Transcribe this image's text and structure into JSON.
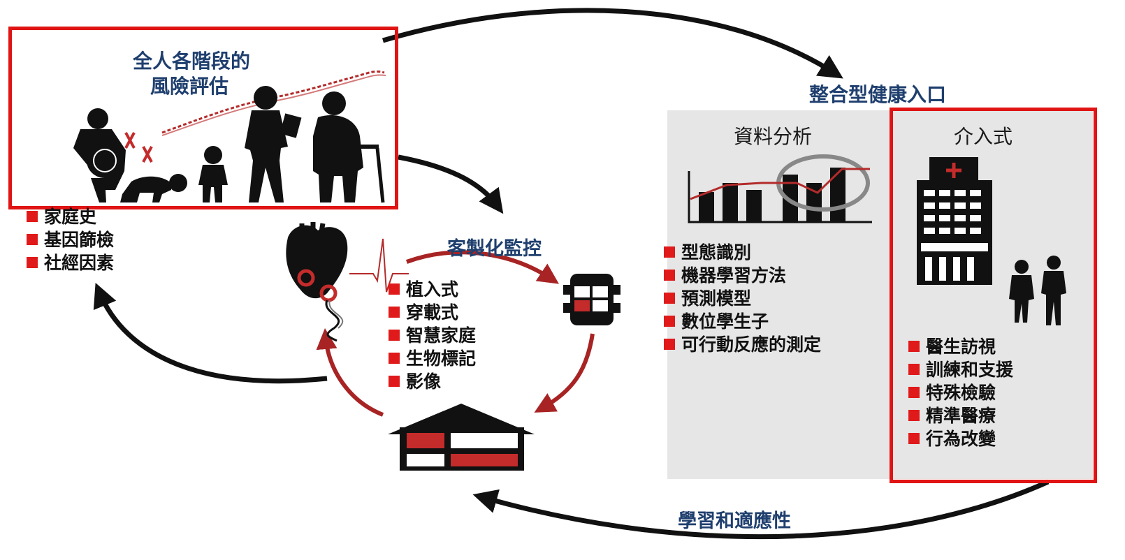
{
  "risk": {
    "title_line1": "全人各階段的",
    "title_line2": "風險評估",
    "items": [
      "家庭史",
      "基因篩檢",
      "社經因素"
    ]
  },
  "monitoring": {
    "title": "客製化監控",
    "items": [
      "植入式",
      "穿載式",
      "智慧家庭",
      "生物標記",
      "影像"
    ]
  },
  "portal": {
    "title": "整合型健康入口",
    "analysis": {
      "title": "資料分析",
      "items": [
        "型態識別",
        "機器學習方法",
        "預測模型",
        "數位學生子",
        "可行動反應的測定"
      ]
    },
    "intervention": {
      "title": "介入式",
      "items": [
        "醫生訪視",
        "訓練和支援",
        "特殊檢驗",
        "精準醫療",
        "行為改變"
      ]
    }
  },
  "learning": {
    "title": "學習和適應性"
  },
  "icons": [
    "pregnant-woman-icon",
    "chromosome-icon",
    "crawling-baby-icon",
    "child-icon",
    "adult-woman-icon",
    "elderly-person-icon",
    "dna-strand-icon",
    "heart-icon",
    "ecg-line-icon",
    "smartwatch-icon",
    "house-icon",
    "bar-chart-icon",
    "hospital-icon",
    "doctor-patient-icon"
  ],
  "colors": {
    "accent_red": "#e01414",
    "dark_red": "#b02a2a",
    "title_blue": "#1f3f6e",
    "panel_gray": "#e6e6e6"
  }
}
